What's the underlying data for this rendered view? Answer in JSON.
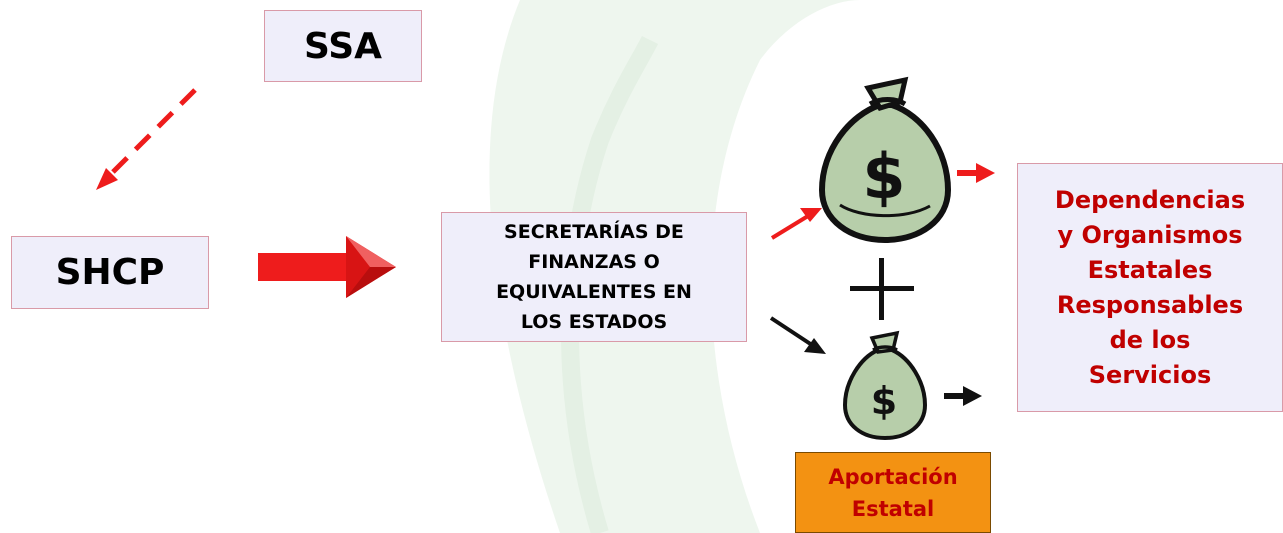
{
  "nodes": {
    "ssa": "SSA",
    "shcp": "SHCP",
    "secretarias": "SECRETARÍAS DE\nFINANZAS O\nEQUIVALENTES EN\nLOS ESTADOS",
    "dependencias": "Dependencias\ny Organismos\nEstatales\nResponsables\nde los\nServicios",
    "aportacion": "Aportación\nEstatal"
  },
  "symbols": {
    "currency": "$",
    "plus": "+"
  },
  "colors": {
    "box_fill": "#efeefa",
    "box_border": "#d99aa8",
    "highlight_red": "#c00000",
    "arrow_red": "#ee1c1c",
    "aportacion_fill": "#f39212",
    "money_bag": "#b7ceaa",
    "background_leaf": "#eef6ee"
  }
}
